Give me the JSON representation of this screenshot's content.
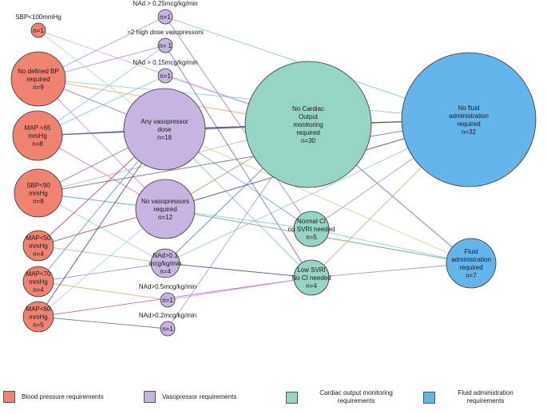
{
  "colors": {
    "blood_pressure": "#f08272",
    "vasopressor": "#c8b4e0",
    "cardiac_output": "#96d4c6",
    "fluid": "#64b5ec",
    "node_stroke": "#333333"
  },
  "nodes": [
    {
      "id": "sbp100",
      "group": "blood_pressure",
      "lines": [
        "SBP<100mmHg",
        "n=1"
      ]
    },
    {
      "id": "nodefbp",
      "group": "blood_pressure",
      "lines": [
        "No defined BP",
        "required",
        "n=9"
      ]
    },
    {
      "id": "map65",
      "group": "blood_pressure",
      "lines": [
        "MAP <65",
        "mmHg",
        "n=8"
      ]
    },
    {
      "id": "sbp90",
      "group": "blood_pressure",
      "lines": [
        "SBP<90",
        "mmHg",
        "n=8"
      ]
    },
    {
      "id": "map50",
      "group": "blood_pressure",
      "lines": [
        "MAP<50",
        "mmHg",
        "n=4"
      ]
    },
    {
      "id": "map70",
      "group": "blood_pressure",
      "lines": [
        "MAP<70",
        "mmHg",
        "n=4"
      ]
    },
    {
      "id": "map60",
      "group": "blood_pressure",
      "lines": [
        "MAP<60",
        "mmHg",
        "n=5"
      ]
    },
    {
      "id": "nad025",
      "group": "vasopressor",
      "lines": [
        "NAd > 0.25mcg/kg/min",
        "n=1"
      ]
    },
    {
      "id": "hd2",
      "group": "vasopressor",
      "lines": [
        ">2 high dose vasopressors",
        "n= 1"
      ]
    },
    {
      "id": "nad015",
      "group": "vasopressor",
      "lines": [
        "NAd > 0.15mcg/kg/min",
        "n=1"
      ]
    },
    {
      "id": "anyvp",
      "group": "vasopressor",
      "lines": [
        "Any vasopressor",
        "dose",
        "n=18"
      ]
    },
    {
      "id": "novp",
      "group": "vasopressor",
      "lines": [
        "No vasopressors",
        "required",
        "n=12"
      ]
    },
    {
      "id": "nad01",
      "group": "vasopressor",
      "lines": [
        "NAd>0.1",
        "mcg/kg/min",
        "n=4"
      ]
    },
    {
      "id": "nad05",
      "group": "vasopressor",
      "lines": [
        "NAd>0.5mcg/kg/min",
        "n=1"
      ]
    },
    {
      "id": "nad02",
      "group": "vasopressor",
      "lines": [
        "NAd>0.2mcg/kg/min",
        "n=1"
      ]
    },
    {
      "id": "noco",
      "group": "cardiac_output",
      "lines": [
        "No Cardiac",
        "Output",
        "monitoring",
        "required",
        "n=30"
      ]
    },
    {
      "id": "normci",
      "group": "cardiac_output",
      "lines": [
        "Normal CI",
        "no SVRI needed",
        "n=5"
      ]
    },
    {
      "id": "lowsvri",
      "group": "cardiac_output",
      "lines": [
        "Low SVRI",
        "No CI needed",
        "n=4"
      ]
    },
    {
      "id": "nofluid",
      "group": "fluid",
      "lines": [
        "No fluid",
        "administration",
        "required",
        "n=32"
      ]
    },
    {
      "id": "fluid",
      "group": "fluid",
      "lines": [
        "Fluid",
        "administration",
        "required",
        "n=7"
      ]
    }
  ],
  "links": [
    [
      "sbp100",
      "anyvp",
      "#b5d98a"
    ],
    [
      "sbp100",
      "noco",
      "#c7a0d8"
    ],
    [
      "nodefbp",
      "nad025",
      "#7ea0d8"
    ],
    [
      "nodefbp",
      "anyvp",
      "#5c7fc4"
    ],
    [
      "nodefbp",
      "novp",
      "#c97fd0"
    ],
    [
      "nodefbp",
      "noco",
      "#f0a050"
    ],
    [
      "nodefbp",
      "nofluid",
      "#7ec8e0"
    ],
    [
      "nodefbp",
      "hd2",
      "#9a88d0"
    ],
    [
      "map65",
      "anyvp",
      "#3a4a9a"
    ],
    [
      "map65",
      "novp",
      "#d96ab0"
    ],
    [
      "map65",
      "nad015",
      "#6ac0d0"
    ],
    [
      "map65",
      "noco",
      "#b3a0d0"
    ],
    [
      "map65",
      "nofluid",
      "#9fd070"
    ],
    [
      "map65",
      "hd2",
      "#78c0e8"
    ],
    [
      "sbp90",
      "anyvp",
      "#6a6ac0"
    ],
    [
      "sbp90",
      "novp",
      "#3aa0b0"
    ],
    [
      "sbp90",
      "noco",
      "#d0a0c0"
    ],
    [
      "sbp90",
      "nad01",
      "#8ad0b0"
    ],
    [
      "sbp90",
      "nofluid",
      "#5a5a9a"
    ],
    [
      "map50",
      "anyvp",
      "#c03050"
    ],
    [
      "map50",
      "novp",
      "#b04040"
    ],
    [
      "map50",
      "nad01",
      "#e0a0a0"
    ],
    [
      "map70",
      "anyvp",
      "#4a8ad0"
    ],
    [
      "map70",
      "nad01",
      "#8a8ad0"
    ],
    [
      "map70",
      "nad05",
      "#d0b060"
    ],
    [
      "map60",
      "anyvp",
      "#3a3a6a"
    ],
    [
      "map60",
      "lowsvri",
      "#c050c0"
    ],
    [
      "map60",
      "nad02",
      "#6a6a6a"
    ],
    [
      "map60",
      "novp",
      "#90d0e0"
    ],
    [
      "nad025",
      "nofluid",
      "#70c0d8"
    ],
    [
      "nad025",
      "normci",
      "#a070c0"
    ],
    [
      "hd2",
      "lowsvri",
      "#7060b0"
    ],
    [
      "nad015",
      "noco",
      "#c0a0e0"
    ],
    [
      "anyvp",
      "noco",
      "#3a4a9a"
    ],
    [
      "anyvp",
      "nofluid",
      "#d96ab0"
    ],
    [
      "anyvp",
      "normci",
      "#5c9ad8"
    ],
    [
      "anyvp",
      "fluid",
      "#c0d080"
    ],
    [
      "anyvp",
      "lowsvri",
      "#80c0a0"
    ],
    [
      "anyvp",
      "noco",
      "#b06ac0"
    ],
    [
      "anyvp",
      "nofluid",
      "#f0b070"
    ],
    [
      "anyvp",
      "noco",
      "#7070a0"
    ],
    [
      "novp",
      "noco",
      "#3a6a9a"
    ],
    [
      "novp",
      "nofluid",
      "#b070c0"
    ],
    [
      "novp",
      "normci",
      "#70c0e0"
    ],
    [
      "novp",
      "fluid",
      "#d09080"
    ],
    [
      "novp",
      "noco",
      "#e0c060"
    ],
    [
      "novp",
      "nofluid",
      "#5a5aa0"
    ],
    [
      "nad01",
      "noco",
      "#4a7ab0"
    ],
    [
      "nad01",
      "lowsvri",
      "#3a3a8a"
    ],
    [
      "nad01",
      "nofluid",
      "#90c0d0"
    ],
    [
      "nad05",
      "lowsvri",
      "#c0a0e0"
    ],
    [
      "nad02",
      "noco",
      "#80a0c0"
    ],
    [
      "noco",
      "nofluid",
      "#3a4a8a"
    ],
    [
      "noco",
      "nofluid",
      "#d96ab0"
    ],
    [
      "noco",
      "nofluid",
      "#8ad0a0"
    ],
    [
      "noco",
      "fluid",
      "#c050a0"
    ],
    [
      "noco",
      "fluid",
      "#5a9ad0"
    ],
    [
      "noco",
      "nofluid",
      "#e0b060"
    ],
    [
      "normci",
      "nofluid",
      "#b5d98a"
    ],
    [
      "normci",
      "fluid",
      "#7ec8e0"
    ],
    [
      "normci",
      "nofluid",
      "#c090d0"
    ],
    [
      "lowsvri",
      "nofluid",
      "#70b0d0"
    ],
    [
      "lowsvri",
      "fluid",
      "#9090c0"
    ],
    [
      "lowsvri",
      "nofluid",
      "#d0d070"
    ],
    [
      "anyvp",
      "nofluid",
      "#3a3a8a"
    ],
    [
      "novp",
      "fluid",
      "#70c080"
    ],
    [
      "map65",
      "noco",
      "#5a5a9a"
    ]
  ],
  "legend": [
    {
      "group": "blood_pressure",
      "label": "Blood pressure  requirements"
    },
    {
      "group": "vasopressor",
      "label": "Vasopressor requirements"
    },
    {
      "group": "cardiac_output",
      "label": "Cardiac output monitoring requirements"
    },
    {
      "group": "fluid",
      "label": "Fluid administration requirements"
    }
  ]
}
